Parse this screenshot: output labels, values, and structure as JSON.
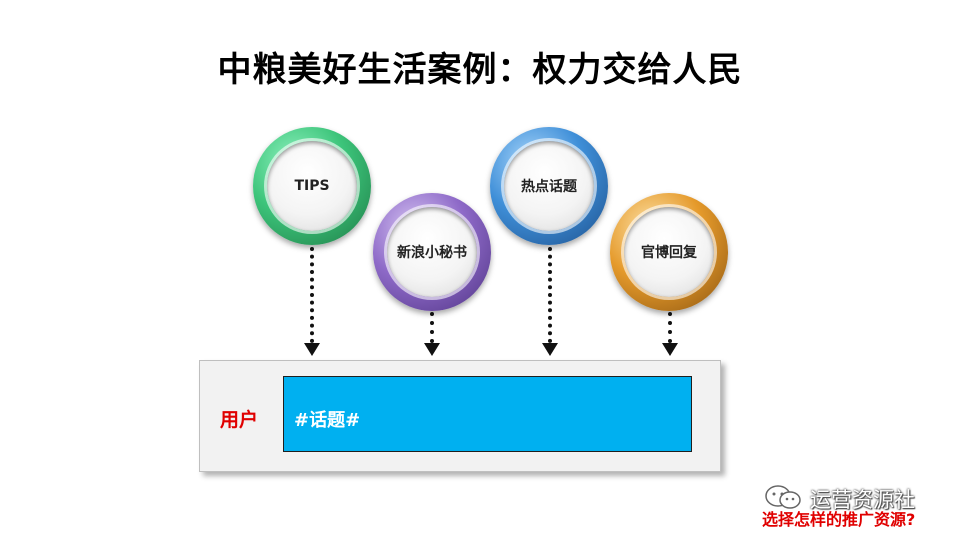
{
  "title": "中粮美好生活案例：权力交给人民",
  "nodes": [
    {
      "label": "TIPS",
      "ring_color": "#3cc47a"
    },
    {
      "label": "新浪小秘书",
      "ring_color": "#8e6ac8"
    },
    {
      "label": "热点话题",
      "ring_color": "#3f8fd8"
    },
    {
      "label": "官博回复",
      "ring_color": "#e59a2b"
    }
  ],
  "panel": {
    "user_label": "用户",
    "topic_text": "#话题#",
    "topic_color": "#00b0f0"
  },
  "watermark": {
    "brand": "运营资源社",
    "tagline": "选择怎样的推广资源?"
  }
}
